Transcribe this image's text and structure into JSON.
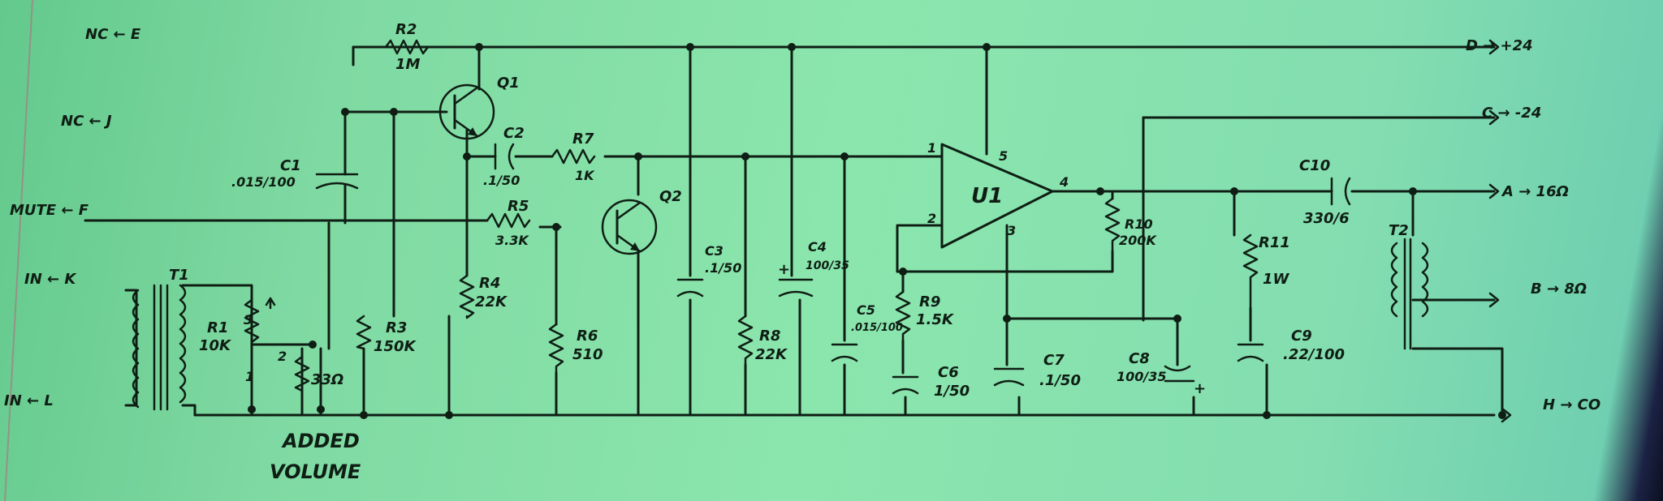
{
  "labels": {
    "nc_e": "NC ← E",
    "nc_j": "NC ← J",
    "mute_f": "MUTE ← F",
    "in_k": "IN ← K",
    "in_l": "IN ← L",
    "r2": "R2",
    "r2_val": "1M",
    "q1": "Q1",
    "q2": "Q2",
    "c1": "C1",
    "c1_val": ".015/100",
    "c2": "C2",
    "c2_val": ".1/50",
    "r7": "R7",
    "r7_val": "1K",
    "r5": "R5",
    "r5_val": "3.3K",
    "t1": "T1",
    "r1": "R1",
    "r1_val": "10K",
    "pin3": "3",
    "pin2": "2",
    "pin1": "1",
    "ohm33": "33Ω",
    "r3": "R3",
    "r3_val": "150K",
    "r4": "R4",
    "r4_val": "22K",
    "r6": "R6",
    "r6_val": "510",
    "c3": "C3",
    "c3_val": ".1/50",
    "c4": "C4",
    "c4_val": "100/35",
    "r8": "R8",
    "r8_val": "22K",
    "c5": "C5",
    "c5_val": ".015/100",
    "r9": "R9",
    "r9_val": "1.5K",
    "c6": "C6",
    "c6_val": "1/50",
    "u1": "U1",
    "u1_pin1": "1",
    "u1_pin2": "2",
    "u1_pin3": "3",
    "u1_pin4": "4",
    "u1_pin5": "5",
    "r10": "R10",
    "r10_val": "200K",
    "c7": "C7",
    "c7_val": ".1/50",
    "c8": "C8",
    "c8_val": "100/35",
    "plus": "+",
    "r11": "R11",
    "r11_val": "1W",
    "c9": "C9",
    "c9_val": ".22/100",
    "c10": "C10",
    "c10_val": "330/6",
    "t2": "T2",
    "d_out": "D → +24",
    "c_out": "C → -24",
    "a_out": "A → 16Ω",
    "b_out": "B → 8Ω",
    "h_out": "H → CO",
    "added": "ADDED",
    "volume": "VOLUME"
  }
}
